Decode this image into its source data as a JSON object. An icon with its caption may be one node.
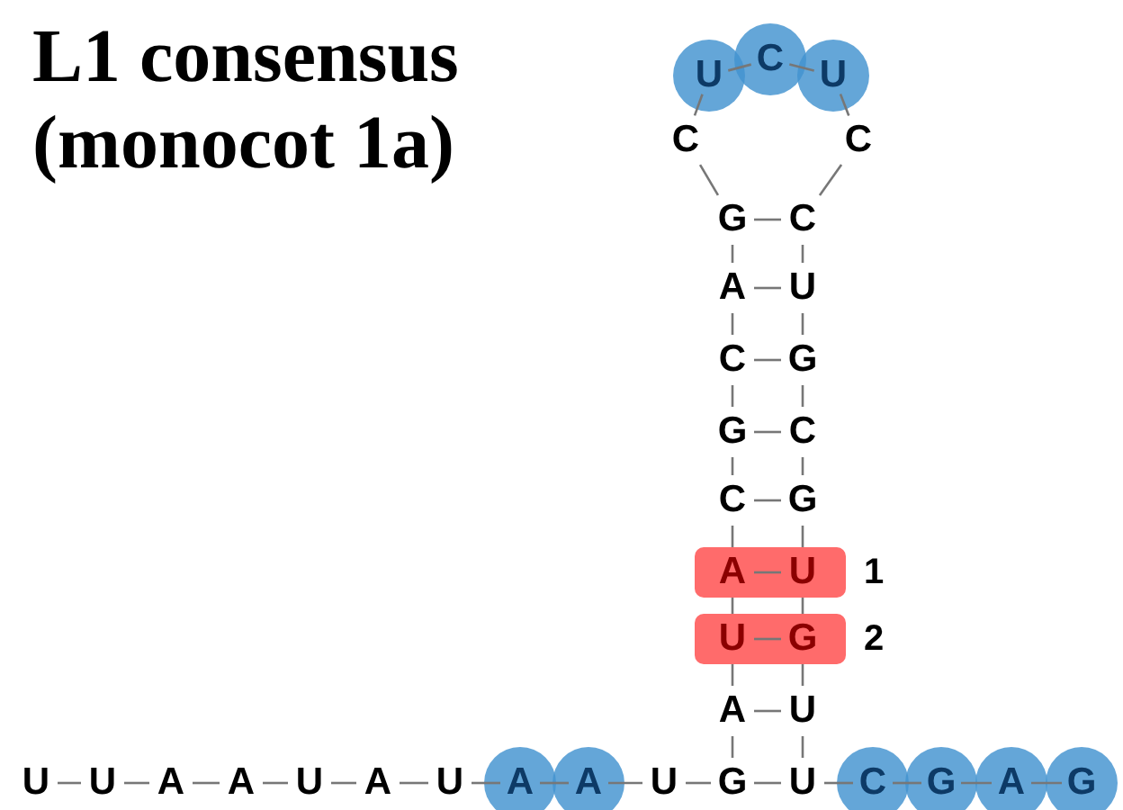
{
  "diagram": {
    "title": "L1 consensus (monocot 1a)",
    "nodes": [
      {
        "text": [
          "U"
        ]
      },
      {
        "text": [
          "U"
        ]
      },
      {
        "text": [
          "A"
        ]
      },
      {
        "text": [
          "A"
        ]
      },
      {
        "text": [
          "U"
        ]
      },
      {
        "text": [
          "A"
        ]
      },
      {
        "text": [
          "U"
        ]
      },
      {
        "text": [
          "A"
        ]
      },
      {
        "text": [
          "A"
        ]
      },
      {
        "text": [
          "U"
        ]
      },
      {
        "text": [
          "G"
        ]
      },
      {
        "text": [
          "A"
        ]
      },
      {
        "text": [],
        "shape": "box",
        "beside": [
          "2"
        ]
      },
      {
        "text": [
          "U"
        ],
        "in": 12
      },
      {
        "text": [],
        "shape": "box",
        "beside": [
          "1"
        ]
      },
      {
        "text": [
          "A"
        ],
        "in": 14
      },
      {
        "text": [
          "C"
        ]
      },
      {
        "text": [
          "G"
        ]
      },
      {
        "text": [
          "C"
        ]
      },
      {
        "text": [
          "A"
        ]
      },
      {
        "text": [
          "G"
        ]
      },
      {
        "text": [
          "C"
        ]
      },
      {
        "text": [
          "U"
        ]
      },
      {
        "text": [
          "C"
        ]
      },
      {
        "text": [
          "U"
        ]
      },
      {
        "text": [
          "C"
        ]
      },
      {
        "text": [
          "C"
        ]
      },
      {
        "text": [
          "U"
        ]
      },
      {
        "text": [
          "G"
        ]
      },
      {
        "text": [
          "C"
        ]
      },
      {
        "text": [
          "G"
        ]
      },
      {
        "text": [
          "U"
        ],
        "in": 14
      },
      {
        "text": [
          "G"
        ],
        "in": 12
      },
      {
        "text": [
          "U"
        ]
      },
      {
        "text": [
          "U"
        ]
      },
      {
        "text": [
          "C"
        ]
      },
      {
        "text": [
          "G"
        ]
      },
      {
        "text": [
          "A"
        ]
      },
      {
        "text": [
          "G"
        ]
      }
    ],
    "edges": [
      {
        "from": 0,
        "to": 1,
        "arrow": "none"
      },
      {
        "from": 1,
        "to": 2,
        "arrow": "none"
      },
      {
        "from": 2,
        "to": 3,
        "arrow": "none"
      },
      {
        "from": 3,
        "to": 4,
        "arrow": "none"
      },
      {
        "from": 4,
        "to": 5,
        "arrow": "none"
      },
      {
        "from": 5,
        "to": 6,
        "arrow": "none"
      },
      {
        "from": 6,
        "to": 7,
        "arrow": "none"
      },
      {
        "from": 7,
        "to": 8,
        "arrow": "none"
      },
      {
        "from": 8,
        "to": 9,
        "arrow": "none"
      },
      {
        "from": 9,
        "to": 10,
        "arrow": "none"
      },
      {
        "from": 10,
        "to": 11,
        "arrow": "none"
      },
      {
        "from": 11,
        "to": 13,
        "arrow": "none"
      },
      {
        "from": 13,
        "to": 15,
        "arrow": "none"
      },
      {
        "from": 15,
        "to": 16,
        "arrow": "none"
      },
      {
        "from": 16,
        "to": 17,
        "arrow": "none"
      },
      {
        "from": 17,
        "to": 18,
        "arrow": "none"
      },
      {
        "from": 18,
        "to": 19,
        "arrow": "none"
      },
      {
        "from": 19,
        "to": 20,
        "arrow": "none"
      },
      {
        "from": 20,
        "to": 21,
        "arrow": "none"
      },
      {
        "from": 21,
        "to": 22,
        "arrow": "none"
      },
      {
        "from": 22,
        "to": 23,
        "arrow": "none"
      },
      {
        "from": 23,
        "to": 24,
        "arrow": "none"
      },
      {
        "from": 24,
        "to": 25,
        "arrow": "none"
      },
      {
        "from": 25,
        "to": 26,
        "arrow": "none"
      },
      {
        "from": 26,
        "to": 27,
        "arrow": "none"
      },
      {
        "from": 27,
        "to": 28,
        "arrow": "none"
      },
      {
        "from": 28,
        "to": 29,
        "arrow": "none"
      },
      {
        "from": 29,
        "to": 30,
        "arrow": "none"
      },
      {
        "from": 30,
        "to": 31,
        "arrow": "none"
      },
      {
        "from": 31,
        "to": 32,
        "arrow": "none"
      },
      {
        "from": 32,
        "to": 33,
        "arrow": "none"
      },
      {
        "from": 33,
        "to": 34,
        "arrow": "none"
      },
      {
        "from": 34,
        "to": 35,
        "arrow": "none"
      },
      {
        "from": 35,
        "to": 36,
        "arrow": "none"
      },
      {
        "from": 36,
        "to": 37,
        "arrow": "none"
      },
      {
        "from": 37,
        "to": 38,
        "arrow": "none"
      },
      {
        "from": 10,
        "to": 34,
        "arrow": "none"
      },
      {
        "from": 11,
        "to": 33,
        "arrow": "none"
      },
      {
        "from": 13,
        "to": 32,
        "arrow": "none"
      },
      {
        "from": 15,
        "to": 31,
        "arrow": "none"
      },
      {
        "from": 16,
        "to": 30,
        "arrow": "none"
      },
      {
        "from": 17,
        "to": 29,
        "arrow": "none"
      },
      {
        "from": 18,
        "to": 28,
        "arrow": "none"
      },
      {
        "from": 19,
        "to": 27,
        "arrow": "none"
      },
      {
        "from": 20,
        "to": 26,
        "arrow": "none"
      }
    ]
  }
}
